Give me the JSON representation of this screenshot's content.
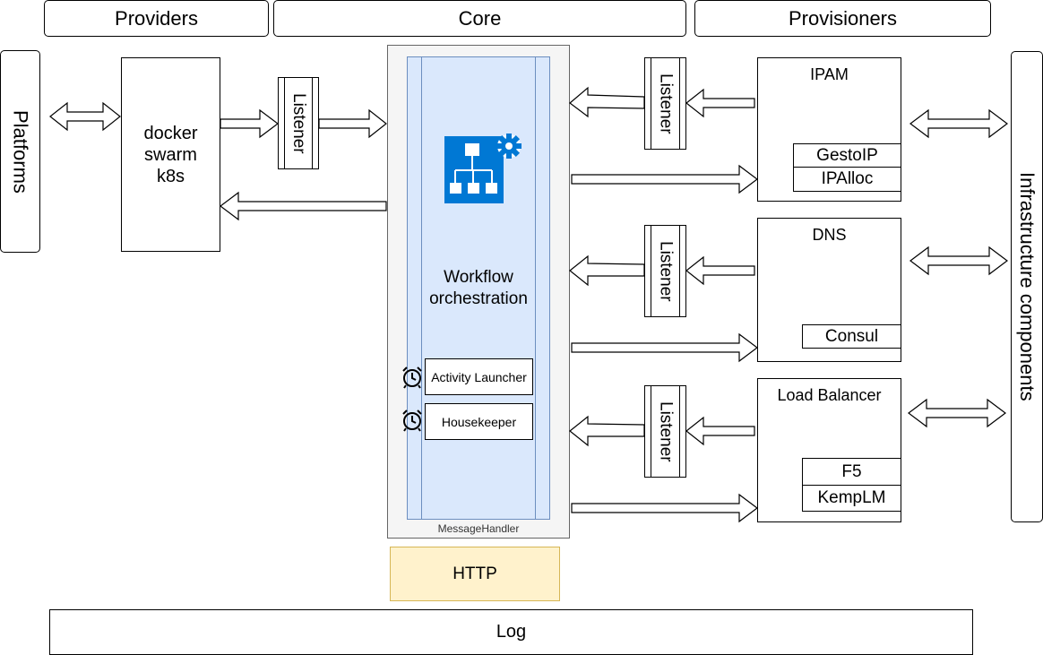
{
  "headers": {
    "providers": "Providers",
    "core": "Core",
    "provisioners": "Provisioners"
  },
  "side": {
    "platforms": "Platforms",
    "infrastructure": "Infrastructure components"
  },
  "provider_box": "docker\nswarm\nk8s",
  "listener_label": "Listener",
  "core": {
    "workflow": "Workflow\norchestration",
    "activity_launcher": "Activity Launcher",
    "housekeeper": "Housekeeper",
    "message_handler": "MessageHandler"
  },
  "provisioners": {
    "ipam": {
      "title": "IPAM",
      "items": [
        "GestoIP",
        "IPAlloc"
      ]
    },
    "dns": {
      "title": "DNS",
      "items": [
        "Consul"
      ]
    },
    "lb": {
      "title": "Load Balancer",
      "items": [
        "F5",
        "KempLM"
      ]
    }
  },
  "http": "HTTP",
  "log": "Log",
  "colors": {
    "core_outer_fill": "#f5f5f5",
    "core_inner_fill": "#dae8fc",
    "core_inner_stroke": "#6c8ebf",
    "http_fill": "#fff2cc",
    "http_stroke": "#d6b656",
    "workflow_icon": "#0078d4"
  },
  "icons": [
    "workflow-gear-icon",
    "alarm-clock-icon"
  ]
}
